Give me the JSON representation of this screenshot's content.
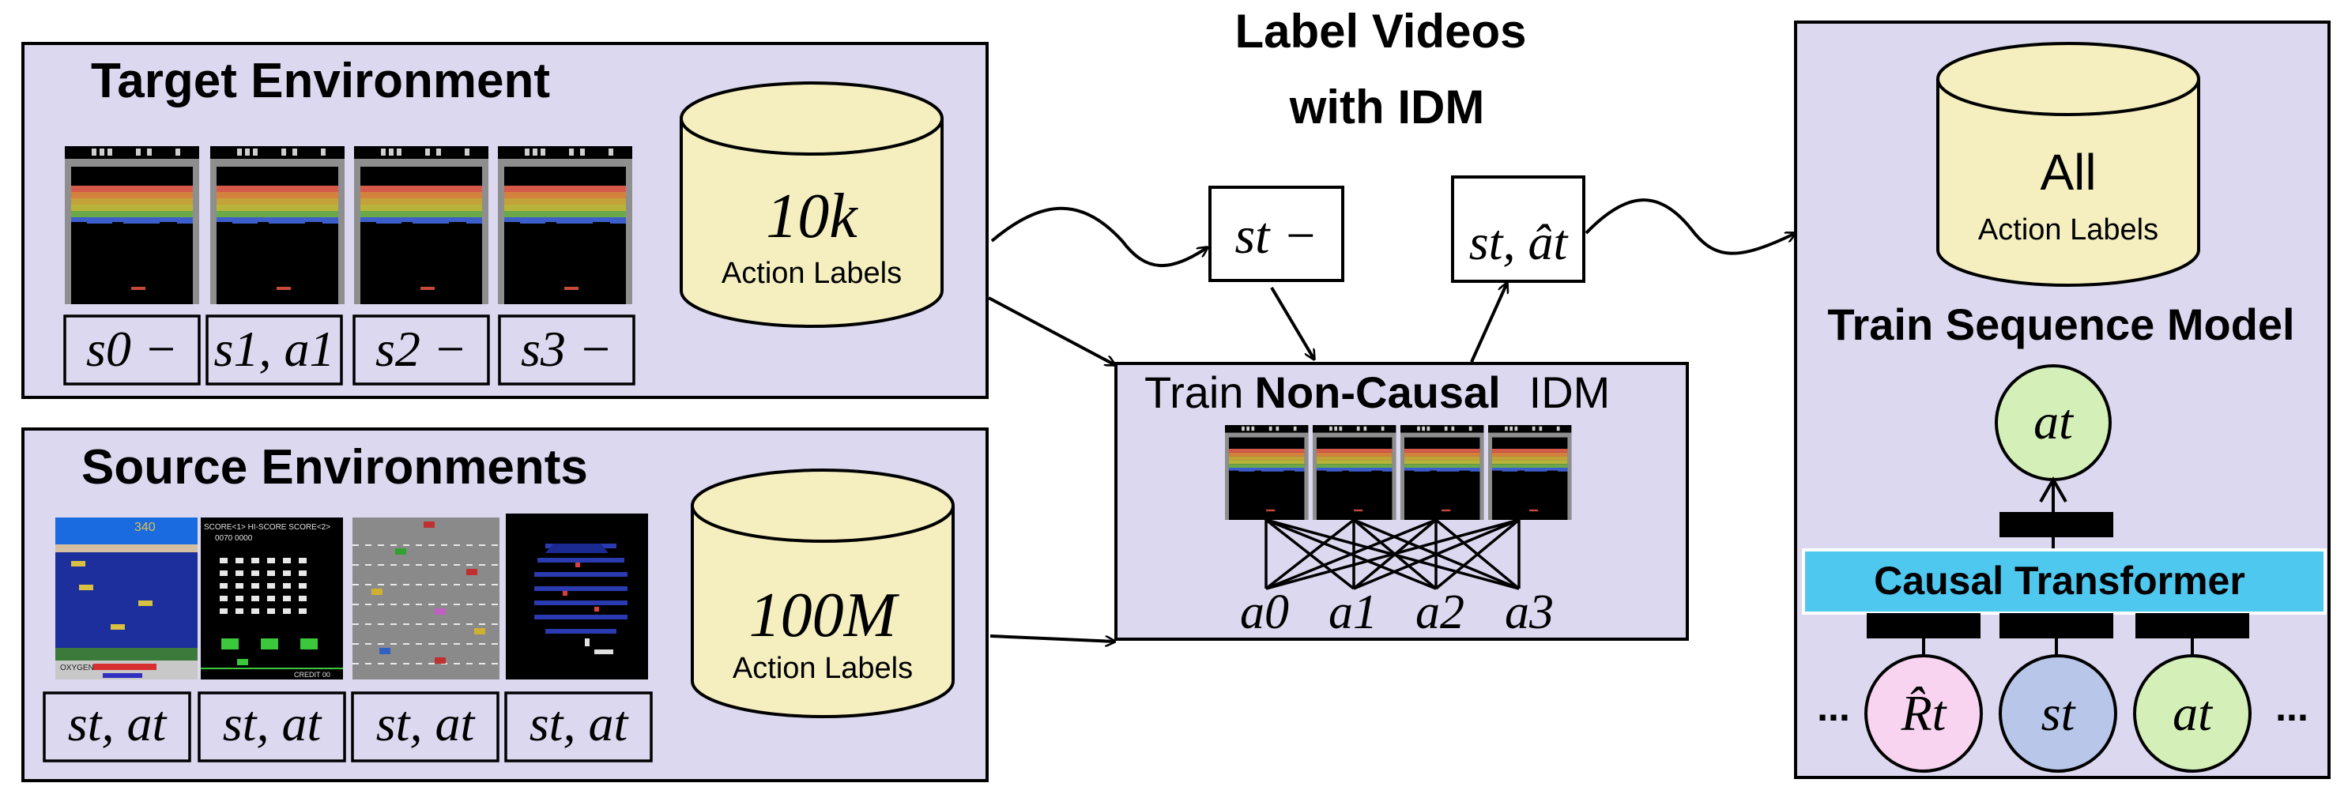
{
  "heading": {
    "line1": "Label Videos",
    "line2": "with IDM"
  },
  "target": {
    "title": "Target Environment",
    "db_value": "10k",
    "db_label": "Action Labels",
    "frame_labels": [
      "s0 −",
      "s1, a1",
      "s2 −",
      "s3 −"
    ]
  },
  "source": {
    "title": "Source Environments",
    "db_value": "100M",
    "db_label": "Action Labels",
    "frame_labels": [
      "st, at",
      "st, at",
      "st, at",
      "st, at"
    ],
    "game_texts": {
      "seaquest_score": "340",
      "seaquest_oxygen": "OXYGEN",
      "invaders_header": "SCORE<1> HI-SCORE SCORE<2>",
      "invaders_score": "0070   0000",
      "invaders_credit": "CREDIT 00"
    }
  },
  "middle": {
    "unlabeled": "st −",
    "labeled": "st, ât",
    "idm_prefix": "Train",
    "idm_bold": "Non-Causal",
    "idm_suffix": "IDM",
    "outputs": [
      "a0",
      "a1",
      "a2",
      "a3"
    ]
  },
  "right": {
    "db_value": "All",
    "db_label": "Action Labels",
    "title": "Train Sequence Model",
    "output_node": "at",
    "transformer": "Causal Transformer",
    "inputs": [
      "R̂t",
      "st",
      "at"
    ],
    "ellipsis_left": "...",
    "ellipsis_right": "..."
  },
  "colors": {
    "panel_fill": "#dcd8ef",
    "db_fill": "#f5efc0",
    "transformer": "#4fc8f0",
    "node_action": "#d4f0b8",
    "node_return": "#f8d4f0",
    "node_state": "#b8c6ea",
    "breakout_bands": [
      "#d65a4a",
      "#d4813e",
      "#c4a23a",
      "#b8b43a",
      "#6aa84a",
      "#3c5ecb"
    ]
  }
}
